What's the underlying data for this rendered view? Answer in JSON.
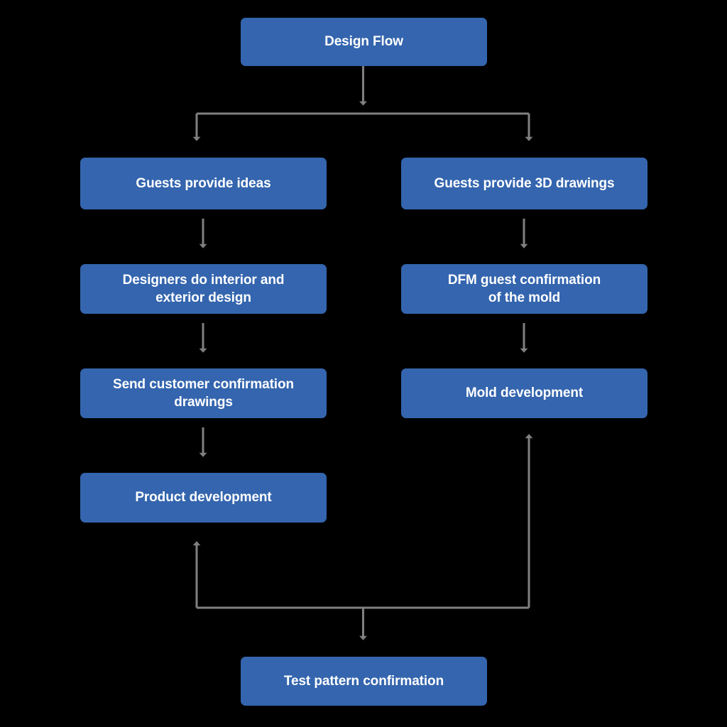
{
  "diagram": {
    "title": "Design Flow",
    "background_color": "#000000",
    "node_color": "#3465ae",
    "node_text_color": "#ffffff",
    "connector_color": "#808080",
    "nodes": [
      {
        "id": "design-flow",
        "label": "Design Flow"
      },
      {
        "id": "guests-ideas",
        "label": "Guests provide ideas"
      },
      {
        "id": "guests-3d",
        "label": "Guests provide 3D drawings"
      },
      {
        "id": "designers",
        "label": "Designers do interior and\nexterior design"
      },
      {
        "id": "dfm",
        "label": "DFM guest confirmation\nof the mold"
      },
      {
        "id": "send-drawings",
        "label": "Send customer confirmation\ndrawings"
      },
      {
        "id": "mold-dev",
        "label": "Mold development"
      },
      {
        "id": "product-dev",
        "label": "Product development"
      },
      {
        "id": "test-pattern",
        "label": "Test pattern confirmation"
      }
    ],
    "edges": [
      {
        "from": "design-flow",
        "to": "guests-ideas"
      },
      {
        "from": "design-flow",
        "to": "guests-3d"
      },
      {
        "from": "guests-ideas",
        "to": "designers"
      },
      {
        "from": "guests-3d",
        "to": "dfm"
      },
      {
        "from": "designers",
        "to": "send-drawings"
      },
      {
        "from": "dfm",
        "to": "mold-dev"
      },
      {
        "from": "send-drawings",
        "to": "product-dev"
      },
      {
        "from": "product-dev",
        "to": "test-pattern"
      },
      {
        "from": "mold-dev",
        "to": "test-pattern"
      },
      {
        "from": "test-pattern",
        "to": "product-dev"
      },
      {
        "from": "test-pattern",
        "to": "mold-dev"
      }
    ]
  }
}
